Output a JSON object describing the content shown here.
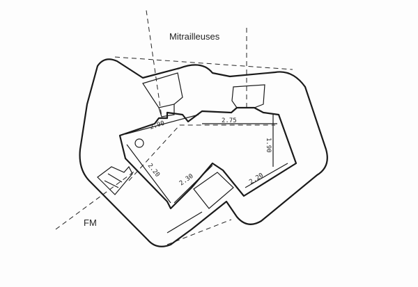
{
  "title_label": "Mitrailleuses",
  "side_label": "FM",
  "dimensions": {
    "d1": "2.90",
    "d2": "2.75",
    "d3": "1.90",
    "d4": "2.20",
    "d5": "2.30",
    "d6": "2.20"
  }
}
